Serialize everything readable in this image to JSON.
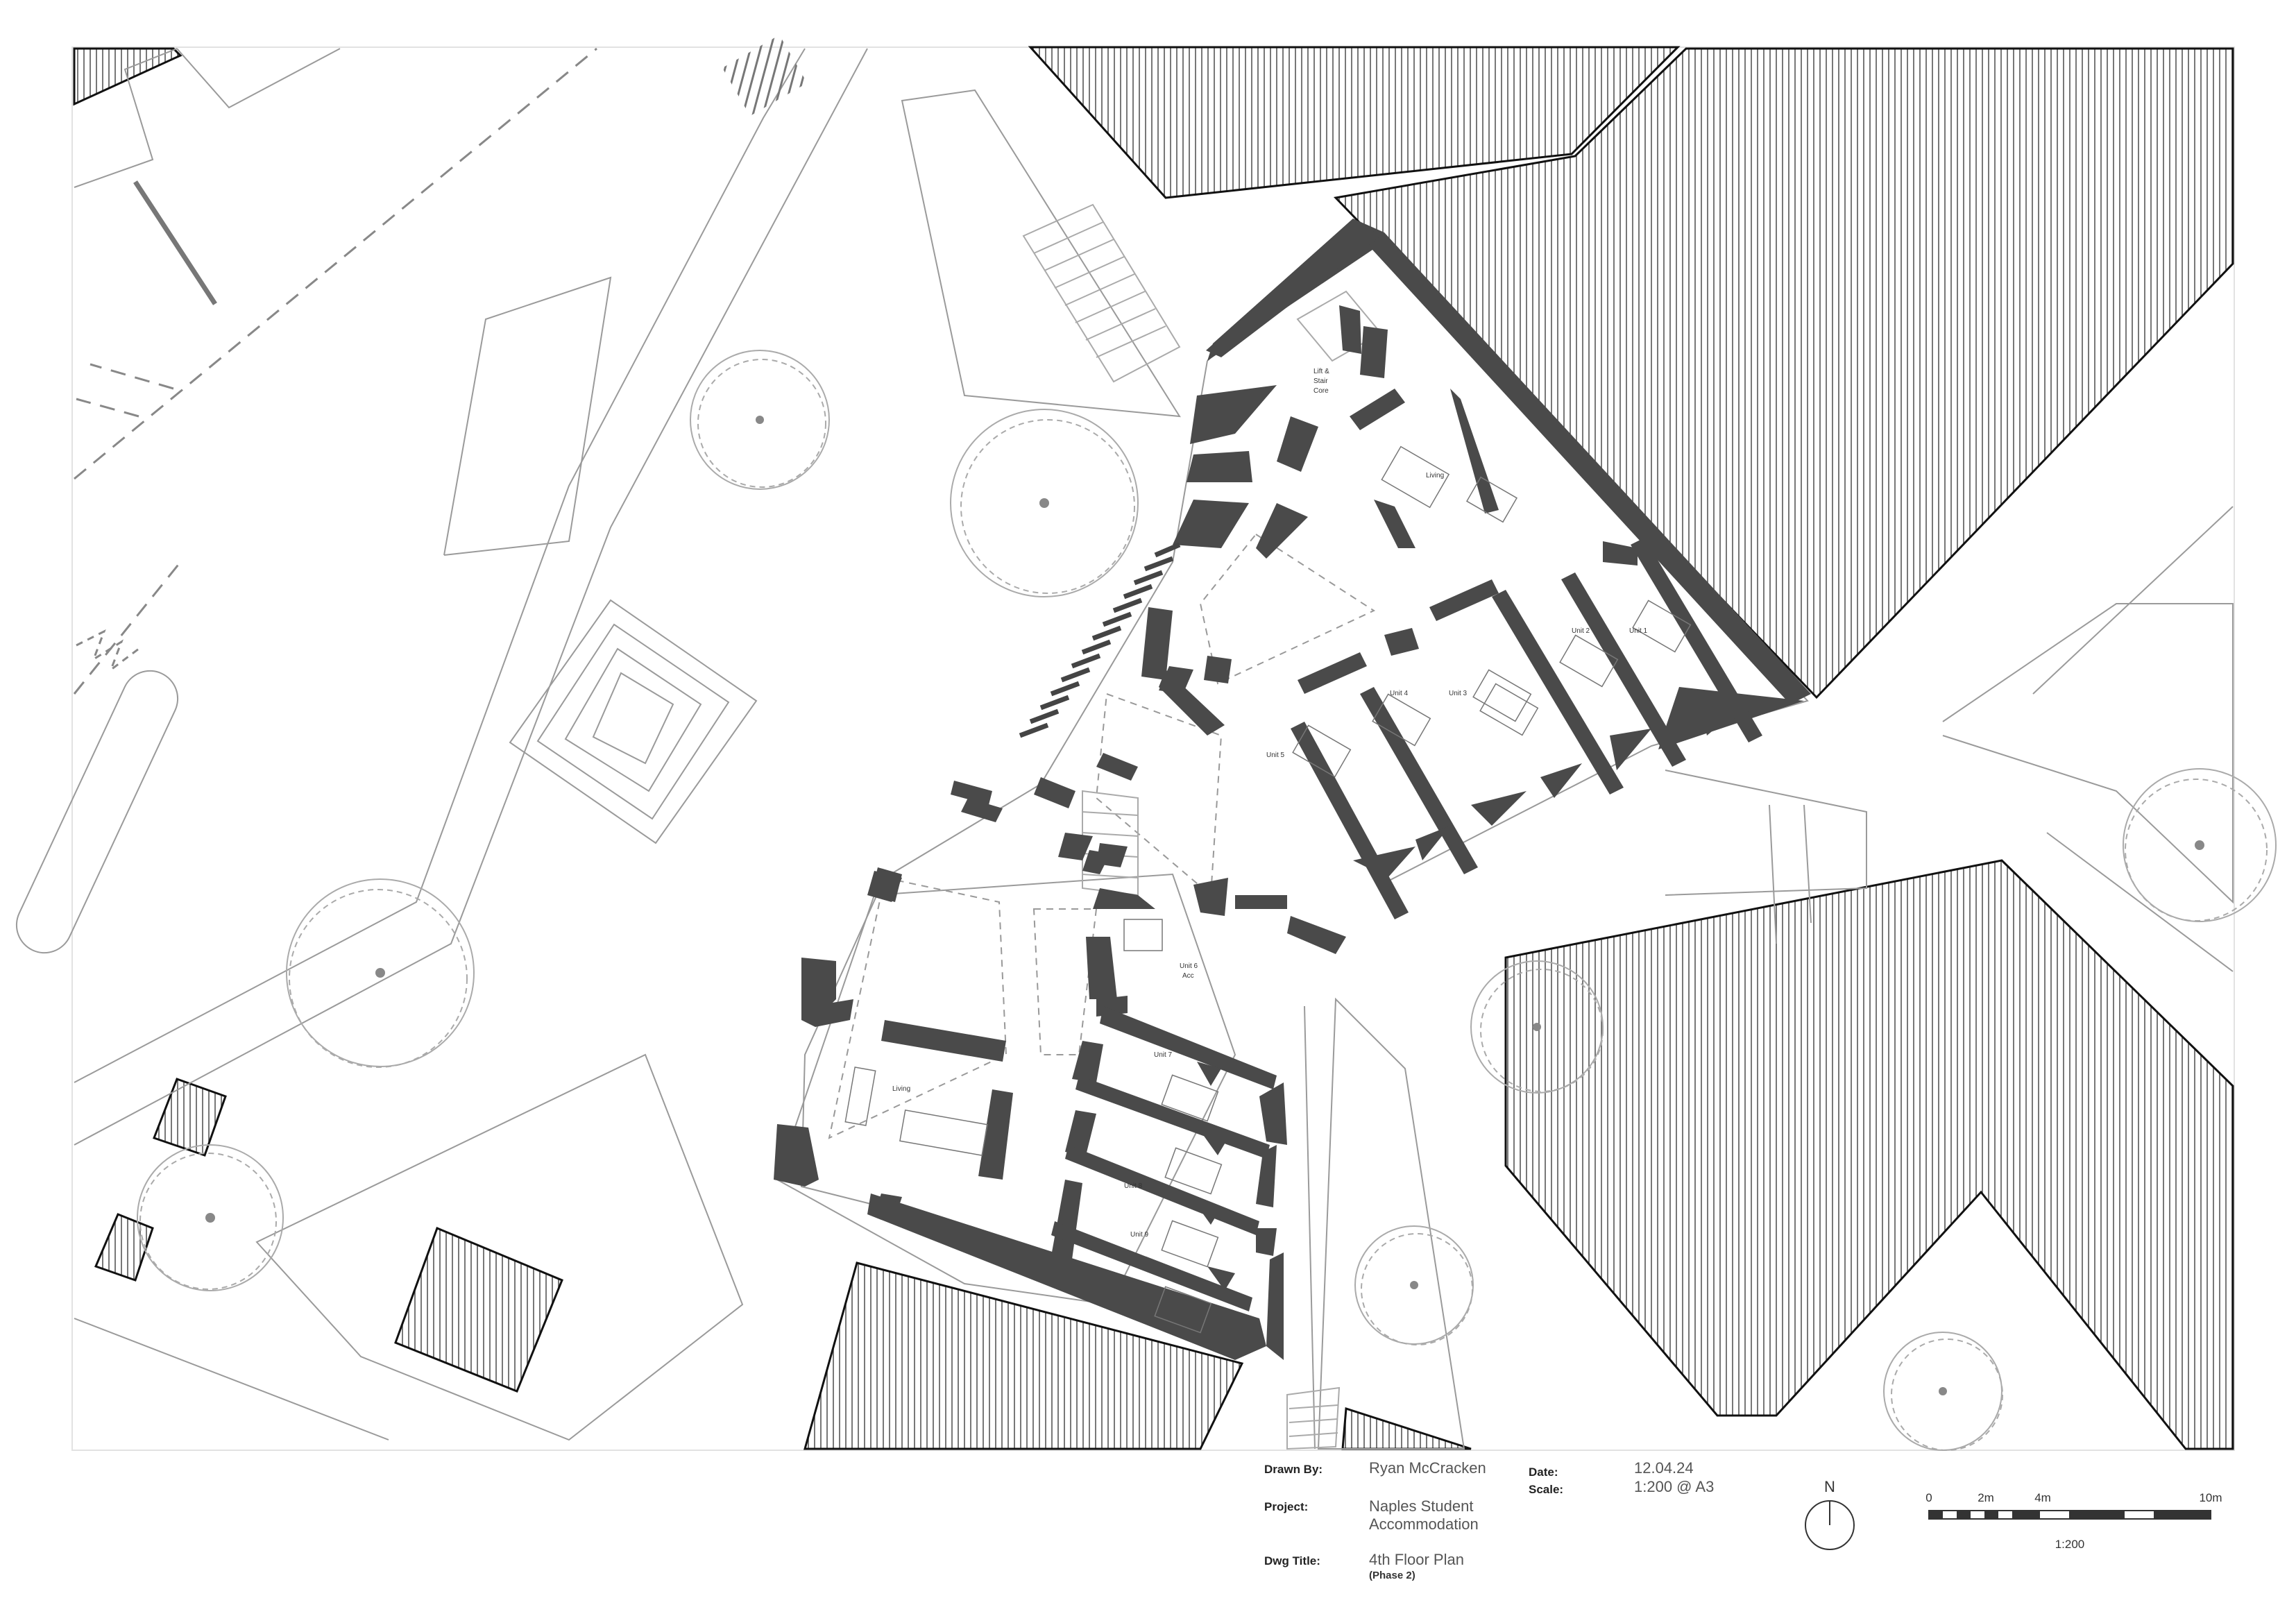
{
  "title_block": {
    "drawn_by_label": "Drawn By:",
    "drawn_by": "Ryan McCracken",
    "project_label": "Project:",
    "project_line1": "Naples Student",
    "project_line2": "Accommodation",
    "dwg_title_label": "Dwg Title:",
    "dwg_title": "4th Floor Plan",
    "dwg_phase": "(Phase 2)",
    "date_label": "Date:",
    "date": "12.04.24",
    "scale_label": "Scale:",
    "scale": "1:200 @ A3"
  },
  "north_arrow": {
    "label": "N",
    "icon": "north-arrow-icon"
  },
  "scale_bar": {
    "ticks": [
      "0",
      "2m",
      "4m",
      "10m"
    ],
    "caption": "1:200"
  },
  "rooms": {
    "core": [
      "Lift &",
      "Stair",
      "Core"
    ],
    "living_upper": "Living",
    "living_lower": "Living",
    "unit1": "Unit 1",
    "unit2": "Unit 2",
    "unit3": "Unit 3",
    "unit4": "Unit 4",
    "unit5": "Unit 5",
    "unit6": [
      "Unit 6",
      "Acc"
    ],
    "unit7": "Unit 7",
    "unit8": "Unit 8",
    "unit9": "Unit 9"
  },
  "colors": {
    "wall": "#4a4a4a",
    "line": "#9a9a9a",
    "hatch": "#555555"
  }
}
